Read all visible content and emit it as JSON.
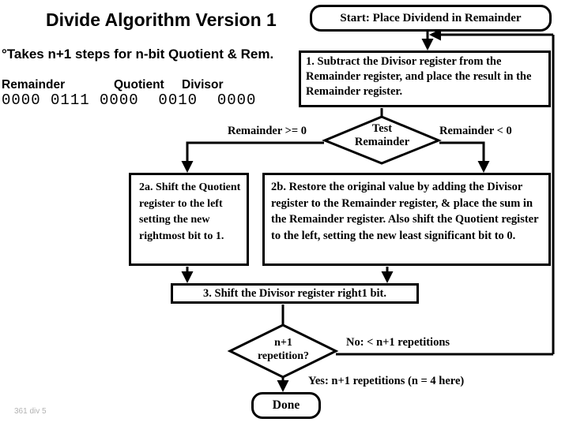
{
  "slide": {
    "title": "Divide Algorithm Version 1",
    "bullet": "°Takes n+1 steps for n-bit Quotient & Rem.",
    "footer": "361 div 5",
    "background_color": "#ffffff",
    "line_color": "#000000",
    "footer_color": "#b3b3b3"
  },
  "registers": {
    "labels": {
      "remainder": "Remainder",
      "quotient": "Quotient",
      "divisor": "Divisor"
    },
    "bits_line": "0000 0111 0000  0010  0000",
    "remainder_bits": "0000 0111",
    "quotient_bits": "0000",
    "divisor_bits": "0010 0000"
  },
  "flowchart": {
    "start": "Start: Place Dividend in Remainder",
    "step1": "1. Subtract the Divisor register from the Remainder register, and place the result in the Remainder register.",
    "test_remainder": {
      "line1": "Test",
      "line2": "Remainder"
    },
    "branch_ge_label": "Remainder >= 0",
    "branch_lt_label": "Remainder < 0",
    "step2a": "2a. Shift the Quotient register to the left setting the new rightmost  bit to 1.",
    "step2a_lines": [
      "2a. Shift the",
      "Quotient register",
      "to the left setting",
      "the new rightmost",
      " bit to 1."
    ],
    "step2b": "2b. Restore the original value by adding the Divisor register to the Remainder register, & place the sum in the Remainder register. Also shift the Quotient register to the left, setting the new least significant bit to 0.",
    "step3": "3. Shift the Divisor register right1 bit.",
    "repetition_test": {
      "line1": "n+1",
      "line2": "repetition?"
    },
    "branch_no_label": "No: < n+1 repetitions",
    "branch_yes_label": "Yes: n+1 repetitions (n = 4 here)",
    "done": "Done"
  }
}
